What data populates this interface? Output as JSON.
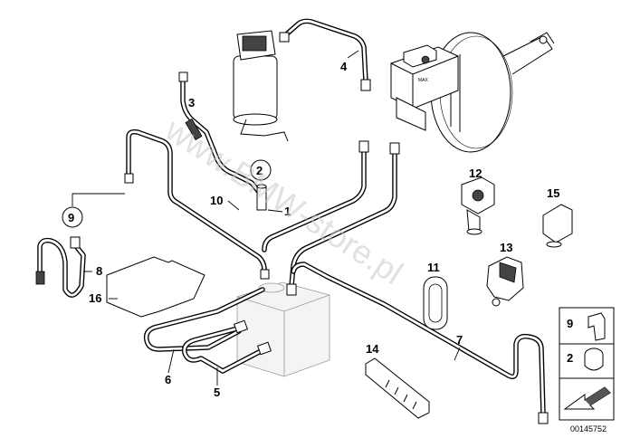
{
  "watermark": "www.BMW-store.pl",
  "diagram_id": "00145752",
  "labels": {
    "l1": "1",
    "l2": "2",
    "l3": "3",
    "l4": "4",
    "l5": "5",
    "l6": "6",
    "l7": "7",
    "l8": "8",
    "l9": "9",
    "l10": "10",
    "l11": "11",
    "l12": "12",
    "l13": "13",
    "l14": "14",
    "l15": "15",
    "l16": "16"
  },
  "legend": {
    "item9": "9",
    "item2": "2"
  }
}
